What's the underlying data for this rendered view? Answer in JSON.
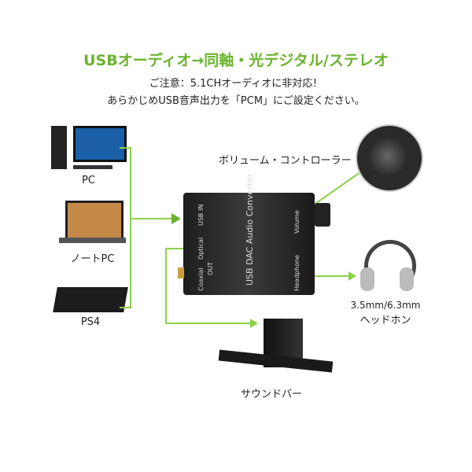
{
  "title": "USBオーディオ→同軸・光デジタル/ステレオ",
  "notes": [
    "ご注意：5.1CHオーディオに非対応！",
    "あらかじめUSB音声出力を「PCM」にご設定ください。"
  ],
  "sources": [
    {
      "label": "PC"
    },
    {
      "label": "ノートPC"
    },
    {
      "label": "PS4"
    }
  ],
  "device": {
    "name": "USB DAC Audio Converter",
    "usb_in": "USB IN",
    "optical": "Optical",
    "coaxial": "Coaxial",
    "out": "OUT",
    "headphone": "Headphone",
    "volume": "Volume"
  },
  "volume_label": "ボリューム・コントローラー",
  "headphone_label": [
    "3.5mm/6.3mm",
    "ヘッドホン"
  ],
  "soundbar_label": "サウンドバー",
  "colors": {
    "accent": "#6ab42d",
    "line": "#8cd04a"
  }
}
